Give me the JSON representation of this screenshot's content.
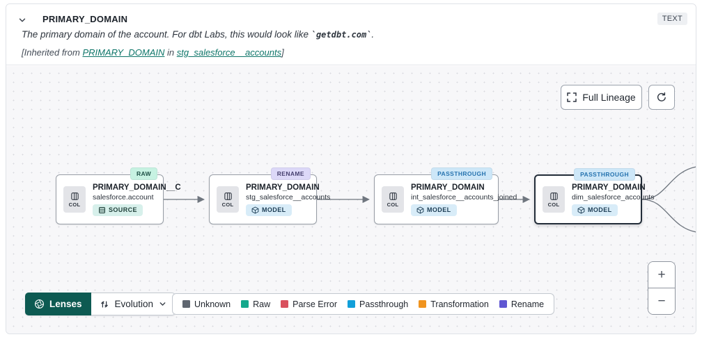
{
  "header": {
    "title": "PRIMARY_DOMAIN",
    "type_badge": "TEXT",
    "description_prefix": "The primary domain of the account. For dbt Labs, this would look like ",
    "description_code": "`getdbt.com`",
    "description_suffix": ".",
    "inherited_prefix": "[Inherited from ",
    "inherited_link_column": "PRIMARY_DOMAIN",
    "inherited_mid": " in ",
    "inherited_link_model": "stg_salesforce__accounts",
    "inherited_suffix": "]"
  },
  "canvas_controls": {
    "full_lineage_label": "Full Lineage",
    "zoom_in_label": "+",
    "zoom_out_label": "−"
  },
  "nodes": [
    {
      "badge": "RAW",
      "col_label": "COL",
      "title": "PRIMARY_DOMAIN__C",
      "subtitle": "salesforce.account",
      "resource": "SOURCE",
      "selected": false
    },
    {
      "badge": "RENAME",
      "col_label": "COL",
      "title": "PRIMARY_DOMAIN",
      "subtitle": "stg_salesforce__accounts",
      "resource": "MODEL",
      "selected": false
    },
    {
      "badge": "PASSTHROUGH",
      "col_label": "COL",
      "title": "PRIMARY_DOMAIN",
      "subtitle": "int_salesforce__accounts_joined",
      "resource": "MODEL",
      "selected": false
    },
    {
      "badge": "PASSTHROUGH",
      "col_label": "COL",
      "title": "PRIMARY_DOMAIN",
      "subtitle": "dim_salesforce_accounts",
      "resource": "MODEL",
      "selected": true
    }
  ],
  "toolbar": {
    "lenses_label": "Lenses",
    "lens_selected": "Evolution"
  },
  "legend": {
    "items": [
      {
        "label": "Unknown",
        "color": "#5f6670"
      },
      {
        "label": "Raw",
        "color": "#14a88c"
      },
      {
        "label": "Parse Error",
        "color": "#d9515e"
      },
      {
        "label": "Passthrough",
        "color": "#119fd9"
      },
      {
        "label": "Transformation",
        "color": "#f0941f"
      },
      {
        "label": "Rename",
        "color": "#6057d2"
      }
    ]
  },
  "colors": {
    "accent_teal": "#0d5a52",
    "link_teal": "#0e7569",
    "badge_raw_bg": "#c7f2e2",
    "badge_rename_bg": "#dcd8f8",
    "badge_passthrough_bg": "#cde7f8",
    "source_badge_bg": "#d7f0eb",
    "model_badge_bg": "#d8ecf8",
    "canvas_bg": "#f7f7f9",
    "edge_color": "#6f767f"
  }
}
